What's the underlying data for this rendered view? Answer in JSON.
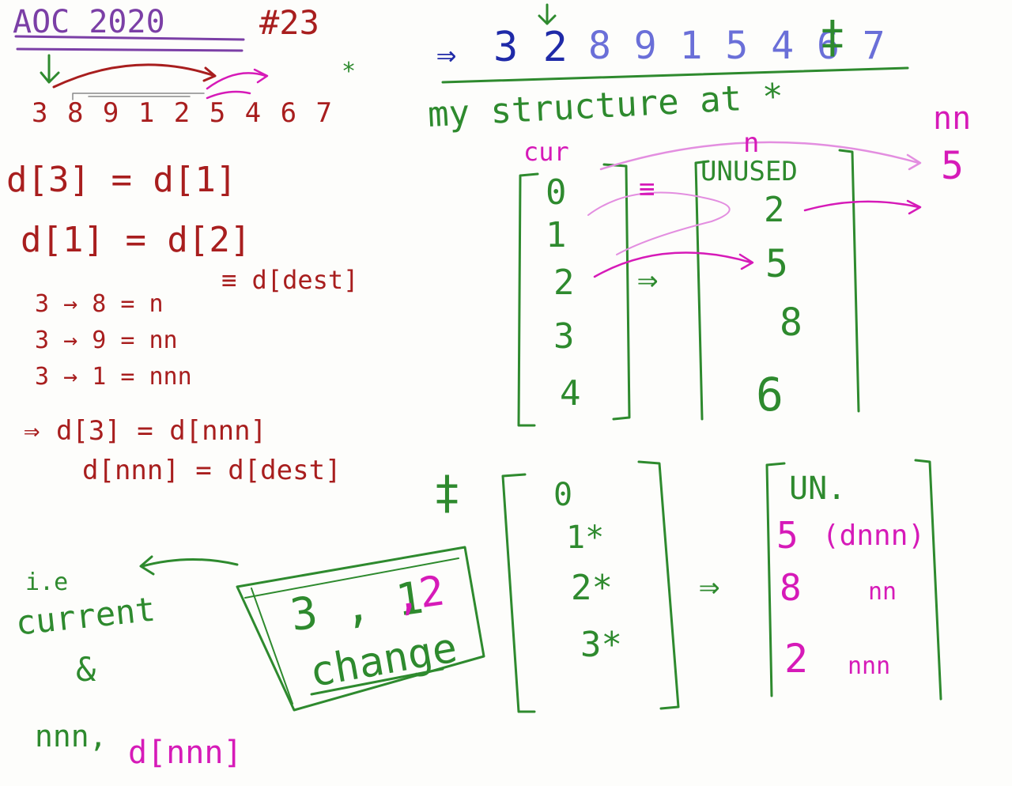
{
  "title": {
    "aoc": "AOC 2020",
    "day": "#23"
  },
  "left": {
    "seq": "3 8 9 1 2 5 4 6 7",
    "star": "*",
    "eq1": "d[3] = d[1]",
    "eq2": "d[1] = d[2]",
    "eq2b": "≡ d[dest]",
    "r1": "3 → 8 = n",
    "r2": "3 → 9 = nn",
    "r3": "3 → 1 = nnn",
    "r4": "⇒ d[3] = d[nnn]",
    "r5": "d[nnn] = d[dest]"
  },
  "right_top": {
    "seq_arrow": "⇒",
    "seq_a": "3 2",
    "seq_b": "8 9 1 5 4 6 7",
    "dagger": "‡",
    "heading": "my structure at *",
    "cur": "cur",
    "n": "n",
    "nn": "nn",
    "nn_val": "5",
    "idx": [
      "0",
      "1",
      "2",
      "3",
      "4"
    ],
    "equiv": "≡",
    "implies": "⇒",
    "vals": [
      "UNUSED",
      "2",
      "5",
      "8",
      "6"
    ]
  },
  "bottom": {
    "dagger": "‡",
    "idx": [
      "0",
      "1*",
      "2*",
      "3*"
    ],
    "implies": "⇒",
    "v0": "UN.",
    "v1": "5",
    "v1note": "(dnnn)",
    "v2": "8",
    "v2note": "nn",
    "v3": "2",
    "v3note": "nnn",
    "box_a": "3 , 1",
    "box_b": ",2",
    "box_c": "change",
    "ie": "i.e",
    "current": "current",
    "amp": "&",
    "nnn": "nnn,",
    "dnnn": "d[nnn]"
  }
}
